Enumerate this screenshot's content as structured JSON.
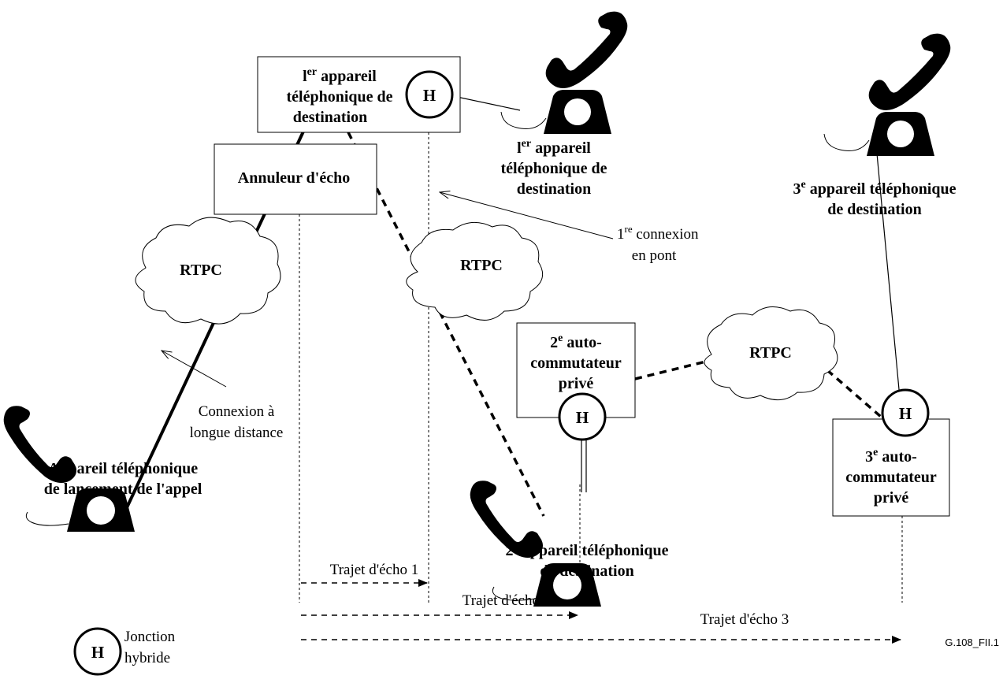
{
  "labels": {
    "pbx1_box_line1": "l",
    "pbx1_box_sup": "er",
    "pbx1_box_line1_rest": " appareil",
    "pbx1_box_line2": "téléphonique de",
    "pbx1_box_line3": "destination",
    "echo_canceller": "Annuleur d'écho",
    "dest1_line1": "l",
    "dest1_sup": "er",
    "dest1_line1_rest": " appareil",
    "dest1_line2": "téléphonique de",
    "dest1_line3": "destination",
    "dest3_line1": "3",
    "dest3_sup": "e",
    "dest3_line1_rest": " appareil téléphonique",
    "dest3_line2": "de destination",
    "rtpc": "RTPC",
    "bridge_line1": "1",
    "bridge_sup": "re",
    "bridge_line1_rest": " connexion",
    "bridge_line2": "en pont",
    "long_distance_line1": "Connexion à",
    "long_distance_line2": "longue distance",
    "caller_line1": "Appareil téléphonique",
    "caller_line2": "de lancement de l'appel",
    "pbx2_line1": "2",
    "pbx2_sup": "e",
    "pbx2_line1_rest": " auto-",
    "pbx2_line2": "commutateur",
    "pbx2_line3": "privé",
    "pbx3_line1": "3",
    "pbx3_sup": "e",
    "pbx3_line1_rest": " auto-",
    "pbx3_line2": "commutateur",
    "pbx3_line3": "privé",
    "dest2_line1": "2",
    "dest2_sup": "e",
    "dest2_line1_rest": " appareil téléphonique",
    "dest2_line2": "de destination",
    "hybrid_symbol": "H",
    "echo_path_1": "Trajet d'écho 1",
    "echo_path_2": "Trajet d'écho 2",
    "echo_path_3": "Trajet d'écho 3",
    "figure_id": "G.108_FII.1",
    "legend_line1": "Jonction",
    "legend_line2": "hybride"
  },
  "icons": [
    "telephone-icon",
    "hybrid-junction-icon",
    "cloud-icon"
  ]
}
